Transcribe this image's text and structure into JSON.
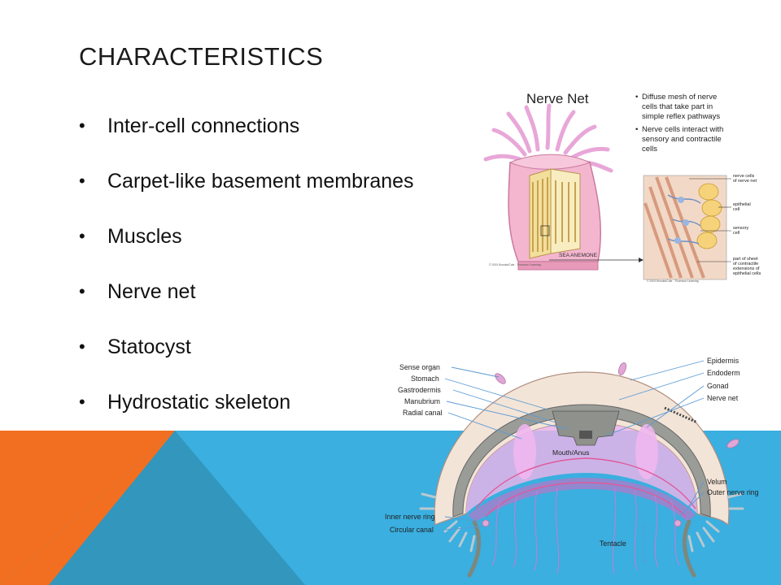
{
  "slide": {
    "title": "CHARACTERISTICS",
    "bullets": [
      "Inter-cell connections",
      "Carpet-like basement membranes",
      "Muscles",
      "Nerve net",
      "Statocyst",
      "Hydrostatic skeleton"
    ],
    "colors": {
      "orange": "#f26f21",
      "blue": "#3aafe0",
      "teal": "#3296bd"
    }
  },
  "nerve_figure": {
    "title": "Nerve Net",
    "notes": [
      [
        "Diffuse mesh of nerve",
        "cells that take part in",
        "simple reflex pathways"
      ],
      [
        "Nerve cells interact with",
        "sensory and contractile",
        "cells"
      ]
    ],
    "labels": {
      "nerve_cells": [
        "nerve cells",
        "of nerve net"
      ],
      "epithelial": [
        "epithelial",
        "cell"
      ],
      "sensory": [
        "sensory",
        "cell"
      ],
      "contractile": [
        "part of sheet",
        "of contractile",
        "extensions of",
        "epithelial cells"
      ]
    },
    "caption": "SEA ANEMONE",
    "credit_left": "© 2001 Brooks/Cole - Thomson Learning",
    "credit_right": "© 2001 Brooks/Cole - Thomson Learning"
  },
  "jelly_figure": {
    "left_labels": [
      "Sense organ",
      "Stomach",
      "Gastrodermis",
      "Manubrium",
      "Radial canal"
    ],
    "right_labels": [
      "Epidermis",
      "Endoderm",
      "Gonad",
      "Nerve net"
    ],
    "center_label": "Mouth/Anus",
    "lower_right_labels": [
      "Velum",
      "Outer nerve ring"
    ],
    "lower_left_labels": [
      "Inner nerve ring",
      "Circular canal"
    ],
    "tentacle_label": "Tentacle"
  }
}
